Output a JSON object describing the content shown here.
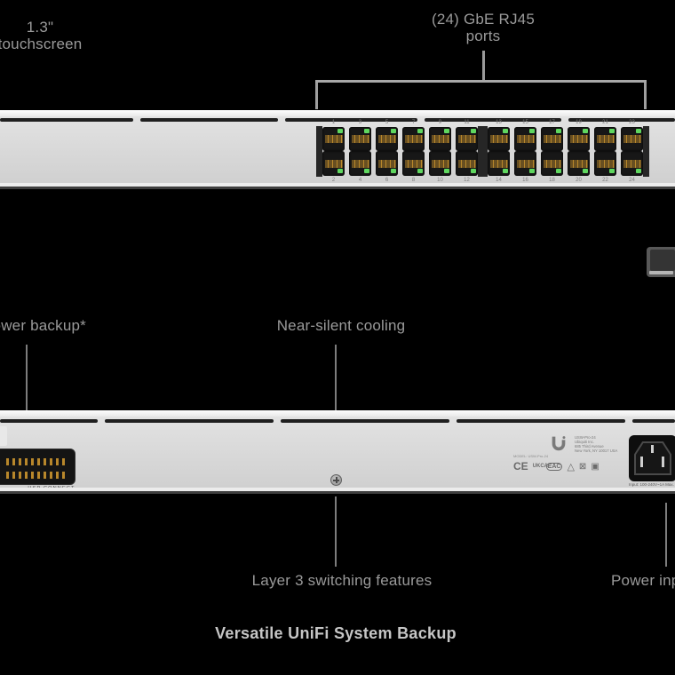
{
  "front_view": {
    "display_label": {
      "line1": "1.3\"",
      "line2": "touchscreen"
    },
    "ports_label": {
      "line1": "(24) GbE RJ45",
      "line2": "ports"
    },
    "port_numbers_top": [
      "1",
      "3",
      "5",
      "7",
      "9",
      "11",
      "13",
      "15",
      "17",
      "19",
      "21",
      "23"
    ],
    "port_numbers_bottom": [
      "2",
      "4",
      "6",
      "8",
      "10",
      "12",
      "14",
      "16",
      "18",
      "20",
      "22",
      "24"
    ]
  },
  "callouts": {
    "power_backup": "Power backup*",
    "cooling": "Near-silent cooling",
    "layer3": "Layer 3 switching features",
    "power_input": "Power input"
  },
  "back_view": {
    "usp_port_label": "USP CONNECT",
    "model_line": "MODEL: USW-Pro-24",
    "reg_lines": [
      "USW-Pro-24",
      "Ubiquiti Inc.",
      "685 Third Avenue",
      "New York, NY 10017 USA"
    ],
    "cert_marks": [
      "CE",
      "UKCA",
      "EAC",
      "△",
      "⊠",
      "▣"
    ],
    "power_rating": "Input: 100-240V~1A Max. 50/60 Hz"
  },
  "heading": "Versatile UniFi System Backup",
  "colors": {
    "led_green": "#5fd75f",
    "pin_gold": "#b8872b",
    "label_gray": "#9a9a9a",
    "heading_gray": "#c6c6c6"
  }
}
